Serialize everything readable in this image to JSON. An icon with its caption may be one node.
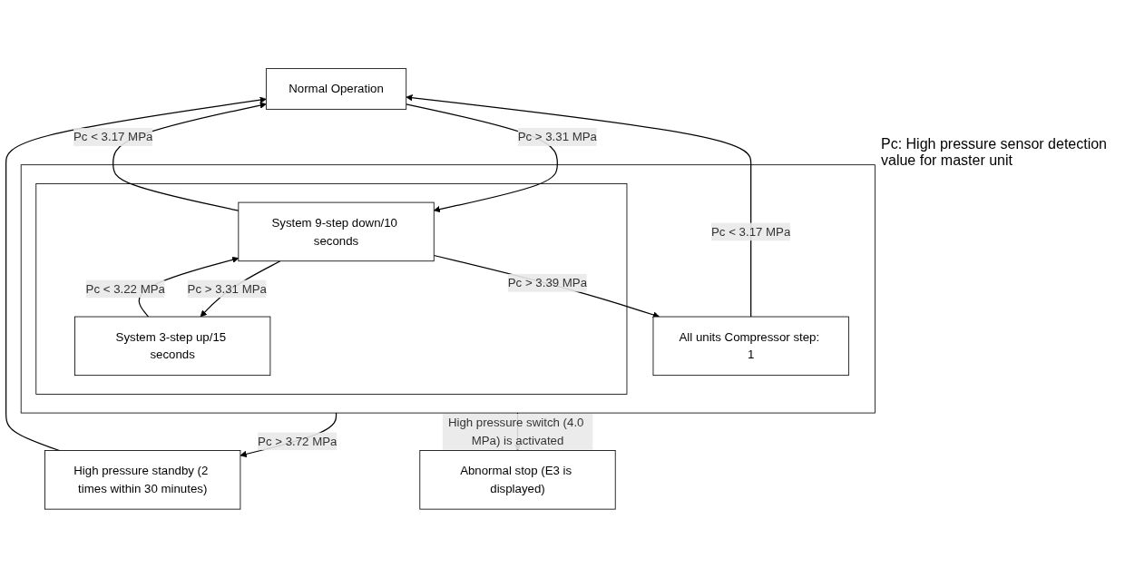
{
  "diagram": {
    "nodes": [
      {
        "text": [
          "Normal Operation"
        ]
      },
      {
        "text": [],
        "shape": "box"
      },
      {
        "text": [],
        "shape": "box",
        "in": 1
      },
      {
        "text": [
          "System 9-step down/10 seconds"
        ],
        "in": 2
      },
      {
        "text": [
          "System 3-step up/15 seconds"
        ],
        "in": 2
      },
      {
        "text": [
          "All units Compressor step: 1"
        ],
        "in": 1
      },
      {
        "text": [
          "High pressure standby (2 times within 30 minutes)"
        ]
      },
      {
        "text": [
          "Abnormal stop (E3 is displayed)"
        ]
      }
    ],
    "edges": [
      {
        "from": 0,
        "to": 3,
        "arrow": "to",
        "label": "Pc > 3.31 MPa"
      },
      {
        "from": 3,
        "to": 0,
        "arrow": "to",
        "label": "Pc < 3.17 MPa"
      },
      {
        "from": 3,
        "to": 5,
        "arrow": "to",
        "label": "Pc > 3.39 MPa"
      },
      {
        "from": 5,
        "to": 0,
        "arrow": "to",
        "label": "Pc < 3.17 MPa"
      },
      {
        "from": 3,
        "to": 4,
        "arrow": "to",
        "label": "Pc > 3.31 MPa"
      },
      {
        "from": 4,
        "to": 3,
        "arrow": "to",
        "label": "Pc < 3.22 MPa"
      },
      {
        "from": 1,
        "to": 6,
        "arrow": "to",
        "label": "Pc > 3.72 MPa"
      },
      {
        "from": 1,
        "to": 7,
        "arrow": "to",
        "label": "High pressure switch (4.0 MPa) is activated"
      },
      {
        "from": 6,
        "to": 0,
        "arrow": "to"
      }
    ],
    "labels": [
      "Pc: High pressure sensor detection value for master unit"
    ]
  }
}
